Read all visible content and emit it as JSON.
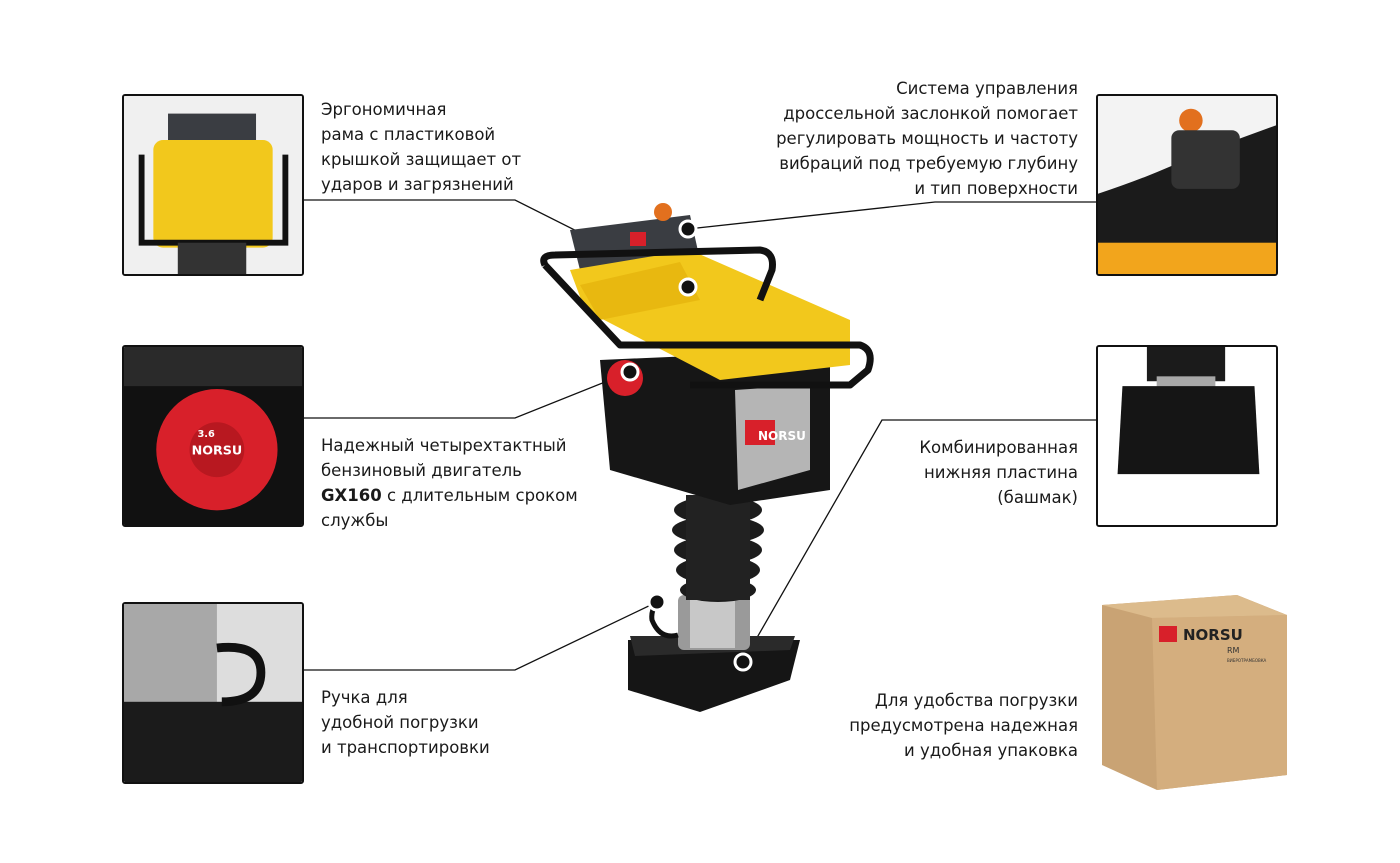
{
  "features": {
    "frame": "Эргономичная\nрама с пластиковой\nкрышкой защищает от\nударов и загрязнений",
    "engine_pre": "Надежный четырехтактный\nбензиновый двигатель\n",
    "engine_bold": "GX160",
    "engine_post": " с длительным сроком\nслужбы",
    "handle": "Ручка для\nудобной погрузки\nи транспортировки",
    "throttle": "Система управления\nдроссельной заслонкой помогает\nрегулировать мощность и частоту\nвибраций под требуемую глубину\nи тип поверхности",
    "plate": "Комбинированная\nнижняя пластина\n(башмак)",
    "package": "Для удобства погрузки\nпредусмотрена надежная\nи удобная упаковка"
  },
  "branding": {
    "brand": "NORSU",
    "model": "RM",
    "engine_power": "3.6",
    "package_subtitle": "ВИБРОТРАМБОВКА"
  },
  "colors": {
    "yellow": "#f2c81c",
    "red": "#d8202a",
    "dark": "#1b1b1b",
    "cardboard": "#c9a374"
  }
}
